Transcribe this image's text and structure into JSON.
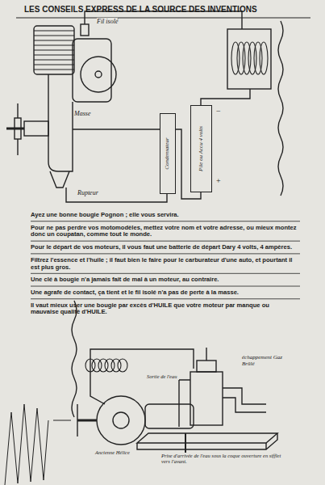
{
  "diagram": {
    "title": "LES CONSEILS EXPRESS DE LA SOURCE DES INVENTIONS",
    "nodes": [
      {
        "text": [
          "Condensateur"
        ]
      },
      {
        "text": [
          "Pile ou Accu 4 volts"
        ]
      }
    ],
    "labels": [
      "Fil isolé",
      "Masse",
      "Rupteur",
      "−",
      "+",
      "Ayez une bonne bougie Pognon ; elle vous servira.",
      "Pour ne pas perdre vos motomodèles, mettez votre nom et votre adresse, ou mieux montez donc un coupatan, comme tout le monde.",
      "Pour le départ de vos moteurs, il vous faut une batterie de départ Dary 4 volts, 4 ampères.",
      "Filtrez l'essence et l'huile ; il faut bien le faire pour le carburateur d'une auto, et pourtant il est plus gros.",
      "Une clé à bougie n'a jamais fait de mal à un moteur, au contraire.",
      "Une agrafe de contact, ça tient et le fil isolé n'a pas de perte à la masse.",
      "Il vaut mieux user une bougie par excès d'HUILE que votre moteur par manque ou mauvaise qualité d'HUILE.",
      "Sortie de l'eau",
      "échappement Gaz Brûlé",
      "Ancienne Hélice",
      "Prise d'arrivée de l'eau sous la coque ouverture en sifflet vers l'avant."
    ]
  }
}
